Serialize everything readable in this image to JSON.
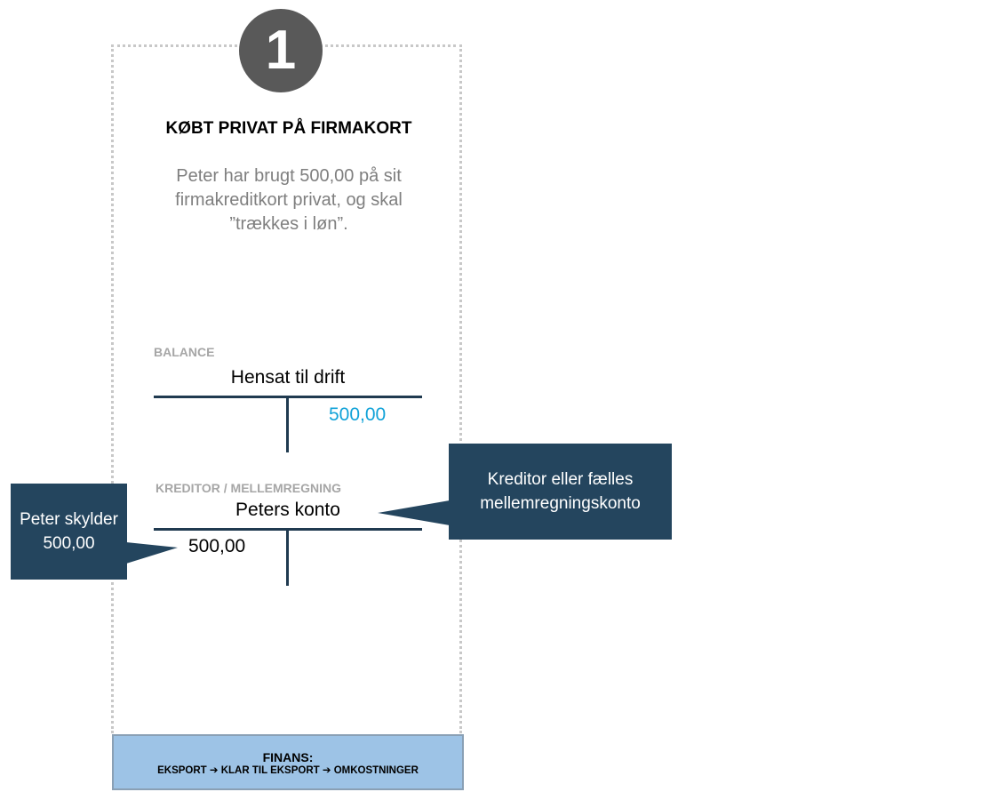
{
  "step": {
    "number": "1"
  },
  "header": {
    "title": "KØBT PRIVAT PÅ FIRMAKORT",
    "description": "Peter har brugt 500,00 på sit firmakreditkort privat, og skal ”trækkes i løn”."
  },
  "accounts": [
    {
      "section": "BALANCE",
      "name": "Hensat til drift",
      "debit": "",
      "credit": "500,00",
      "credit_color": "#10a2d8"
    },
    {
      "section": "KREDITOR / MELLEMREGNING",
      "name": "Peters konto",
      "debit": "500,00",
      "credit": ""
    }
  ],
  "callouts": {
    "left": "Peter skylder 500,00",
    "right": "Kreditor eller fælles mellemregningskonto"
  },
  "footer": {
    "title": "FINANS:",
    "path": "EKSPORT ➔ KLAR TIL EKSPORT ➔ OMKOSTNINGER"
  },
  "colors": {
    "circle": "#595959",
    "callout": "#24455e",
    "t_account_line": "#203a50",
    "footer_bg": "#9dc3e6",
    "accent_amount": "#10a2d8"
  }
}
